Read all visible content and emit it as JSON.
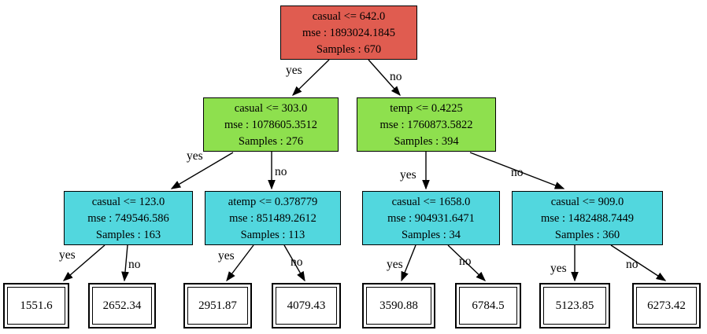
{
  "diagram": {
    "type": "decision-tree",
    "colors": {
      "background": "#FFFFFF",
      "border": "#000000",
      "root_fill": "#E05C50",
      "internal_fill": "#8EE04E",
      "depth2_fill": "#52D7DE",
      "leaf_fill": "#FFFFFF"
    },
    "nodes": [
      {
        "id": "root",
        "lines": [
          "casual <= 642.0",
          "mse : 1893024.1845",
          "Samples : 670"
        ]
      },
      {
        "id": "left",
        "lines": [
          "casual <= 303.0",
          "mse : 1078605.3512",
          "Samples : 276"
        ]
      },
      {
        "id": "right",
        "lines": [
          "temp <= 0.4225",
          "mse : 1760873.5822",
          "Samples : 394"
        ]
      },
      {
        "id": "left-left",
        "lines": [
          "casual <= 123.0",
          "mse : 749546.586",
          "Samples : 163"
        ]
      },
      {
        "id": "left-right",
        "lines": [
          "atemp <= 0.378779",
          "mse : 851489.2612",
          "Samples : 113"
        ]
      },
      {
        "id": "right-left",
        "lines": [
          "casual <= 1658.0",
          "mse : 904931.6471",
          "Samples : 34"
        ]
      },
      {
        "id": "right-right",
        "lines": [
          "casual <= 909.0",
          "mse : 1482488.7449",
          "Samples : 360"
        ]
      }
    ],
    "leaves": [
      "1551.6",
      "2652.34",
      "2951.87",
      "4079.43",
      "3590.88",
      "6784.5",
      "5123.85",
      "6273.42"
    ],
    "edges": [
      {
        "from": "root",
        "to": "left",
        "label": "yes"
      },
      {
        "from": "root",
        "to": "right",
        "label": "no"
      },
      {
        "from": "left",
        "to": "left-left",
        "label": "yes"
      },
      {
        "from": "left",
        "to": "left-right",
        "label": "no"
      },
      {
        "from": "right",
        "to": "right-left",
        "label": "yes"
      },
      {
        "from": "right",
        "to": "right-right",
        "label": "no"
      },
      {
        "from": "left-left",
        "to": "leaf-1551.6",
        "label": "yes"
      },
      {
        "from": "left-left",
        "to": "leaf-2652.34",
        "label": "no"
      },
      {
        "from": "left-right",
        "to": "leaf-2951.87",
        "label": "yes"
      },
      {
        "from": "left-right",
        "to": "leaf-4079.43",
        "label": "no"
      },
      {
        "from": "right-left",
        "to": "leaf-3590.88",
        "label": "yes"
      },
      {
        "from": "right-left",
        "to": "leaf-6784.5",
        "label": "no"
      },
      {
        "from": "right-right",
        "to": "leaf-5123.85",
        "label": "yes"
      },
      {
        "from": "right-right",
        "to": "leaf-6273.42",
        "label": "no"
      }
    ]
  }
}
